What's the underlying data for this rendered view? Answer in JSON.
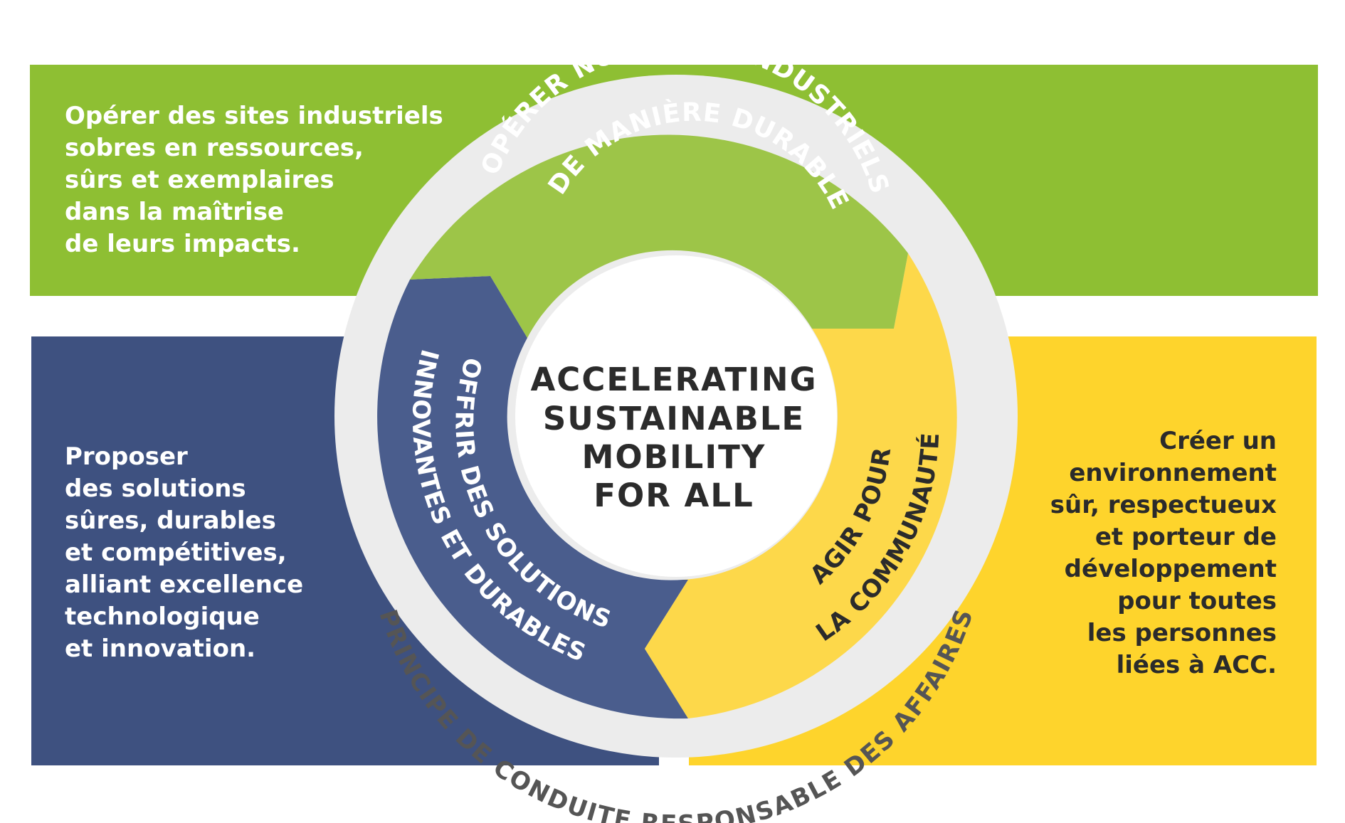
{
  "colors": {
    "green": "#8ebf33",
    "green_light": "#9dc548",
    "blue": "#3e5180",
    "blue_segment": "#4a5d8d",
    "yellow": "#fed42c",
    "yellow_segment": "#fdd84a",
    "ring": "#ececec",
    "ring_text": "#555555",
    "center_text": "#2b2b2b"
  },
  "panels": {
    "top_left": "Opérer des sites industriels\nsobres en ressources,\nsûrs et exemplaires\ndans la maîtrise\nde leurs impacts.",
    "bottom_left": "Proposer\ndes solutions\nsûres, durables\net compétitives,\nalliant excellence\ntechnologique\net innovation.",
    "bottom_right": "Créer un\nenvironnement\nsûr, respectueux\net porteur de\ndéveloppement\npour toutes\nles personnes\nliées à ACC."
  },
  "wheel": {
    "center_lines": [
      "ACCELERATING",
      "SUSTAINABLE",
      "MOBILITY",
      "FOR ALL"
    ],
    "green_segment": {
      "line1": "OPÉRER NOS SITES INDUSTRIELS",
      "line2": "DE MANIÈRE DURABLE"
    },
    "blue_segment": {
      "line1": "OFFRIR DES SOLUTIONS",
      "line2": "INNOVANTES ET DURABLES"
    },
    "yellow_segment": {
      "line1": "AGIR POUR",
      "line2": "LA COMMUNAUTÉ"
    },
    "ring_label": "PRINCIPE DE CONDUITE RESPONSABLE DES AFFAIRES"
  }
}
